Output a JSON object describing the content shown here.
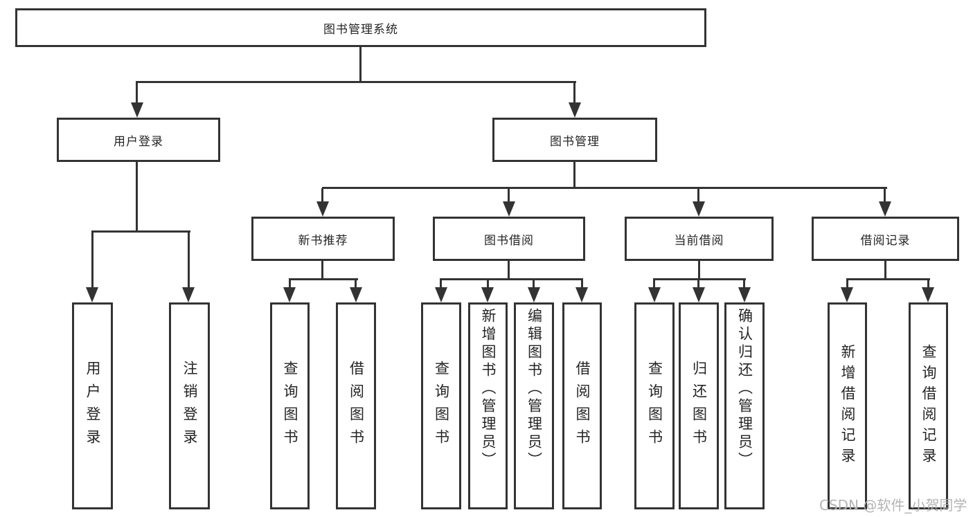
{
  "diagram_title": "图书管理系统",
  "tree": {
    "root": {
      "label": "图书管理系统"
    },
    "branches": [
      {
        "label": "用户登录",
        "children": [
          {
            "label": "用户登录"
          },
          {
            "label": "注销登录"
          }
        ]
      },
      {
        "label": "图书管理",
        "children": [
          {
            "label": "新书推荐",
            "children": [
              {
                "label": "查询图书"
              },
              {
                "label": "借阅图书"
              }
            ]
          },
          {
            "label": "图书借阅",
            "children": [
              {
                "label": "查询图书"
              },
              {
                "label": "新增图书（管理员）"
              },
              {
                "label": "编辑图书（管理员）"
              },
              {
                "label": "借阅图书"
              }
            ]
          },
          {
            "label": "当前借阅",
            "children": [
              {
                "label": "查询图书"
              },
              {
                "label": "归还图书"
              },
              {
                "label": "确认归还（管理员）"
              }
            ]
          },
          {
            "label": "借阅记录",
            "children": [
              {
                "label": "新增借阅记录"
              },
              {
                "label": "查询借阅记录"
              }
            ]
          }
        ]
      }
    ]
  },
  "watermark": {
    "text": "CSDN @软件_小贺同学"
  },
  "colors": {
    "line": "#333333",
    "text": "#242424",
    "background": "#ffffff",
    "watermark": "#b4b4b4"
  }
}
